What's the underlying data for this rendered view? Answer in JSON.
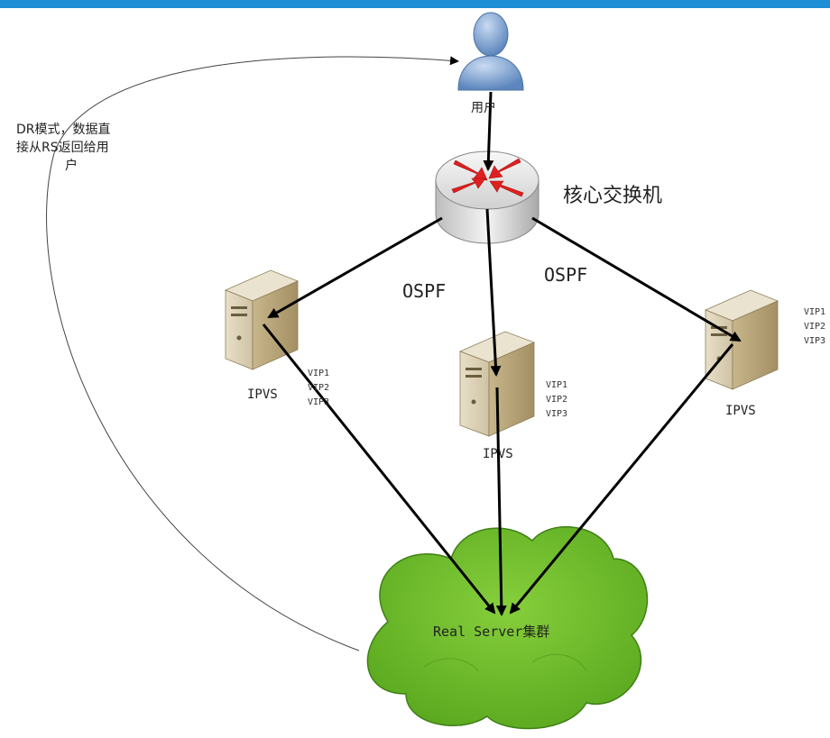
{
  "labels": {
    "user": "用户",
    "core_switch": "核心交换机",
    "dr_note_line1": "DR模式，数据直",
    "dr_note_line2": "接从RS返回给用",
    "dr_note_line3": "户",
    "ospf_left": "OSPF",
    "ospf_right": "OSPF",
    "ipvs_left": "IPVS",
    "ipvs_center": "IPVS",
    "ipvs_right": "IPVS",
    "real_server_cluster": "Real Server集群"
  },
  "vips": {
    "left": [
      "VIP1",
      "VIP2",
      "VIP3"
    ],
    "center": [
      "VIP1",
      "VIP2",
      "VIP3"
    ],
    "right": [
      "VIP1",
      "VIP2",
      "VIP3"
    ]
  },
  "colors": {
    "top_bar": "#1c8fd6",
    "router_arrows": "#e02020",
    "cloud": "#6dbb2a",
    "user_icon": "#7aa3d6"
  }
}
